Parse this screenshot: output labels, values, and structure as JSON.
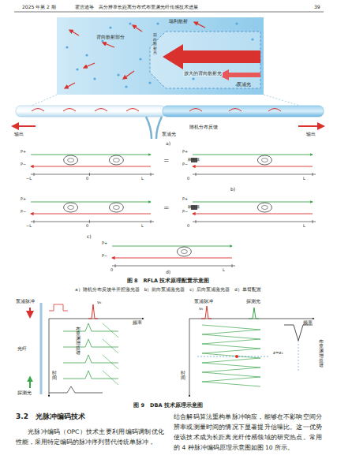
{
  "diagram": {
    "labels": [
      "2025 年第 2 期",
      "霍浩迪等　高分辨率长距离分布式布里渊光纤传感技术进展",
      "39",
      "瑞利散射",
      "背向散射部分",
      "放大的背向散射光",
      "前向散射光",
      "泵浦光",
      "输出",
      "输出",
      "泵浦光",
      "随机分布反馈",
      "a)",
      "P+",
      "P−",
      "−L",
      "0",
      "L",
      "=",
      "P+",
      "P−",
      "耦合器",
      "0",
      "L",
      "b)",
      "P+",
      "P−",
      "−L",
      "0",
      "L",
      "c)",
      "=",
      "P+",
      "P−",
      "耦合器",
      "0",
      "L",
      "P+",
      "P−",
      "0",
      "L",
      "d)",
      "图 8　RFLA 技术原理配置示意图",
      "a）随机分布反馈半开腔激光器　b）前向泵浦激光器　c）后向泵浦激光器　d）单臂配置",
      "泵浦脉冲",
      "光纤",
      "探测光",
      "ν₀",
      "频率",
      "布里渊增益谱",
      "时间",
      "泵浦脉冲",
      "探测光",
      "ν₀",
      "频率",
      "z=z₁",
      "时间",
      "布里渊增益谱",
      "图 9　DBA 技术原理示意图",
      "3.2　光脉冲编码技术",
      "光脉冲编码（OPC）技术主要利用编码调制优化性能，采用特定编码的脉冲序列替代传统单脉冲，",
      "结合解码算法重构单脉冲响应，能够在不影响空间分辨率或测量时间的情况下显著提升信噪比。这一优势使该技术成为长距离光纤传感领域的研究热点。常用的 4 种脉冲编码原理示意图如图 10 所示。"
    ]
  }
}
